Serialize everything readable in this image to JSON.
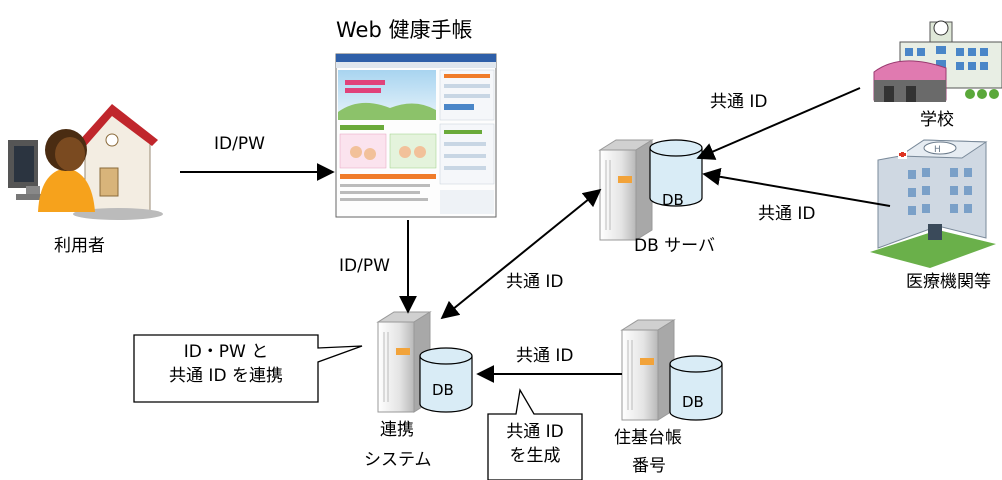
{
  "title": "Web 健康手帳",
  "labels": {
    "user": "利用者",
    "db_server": "DB サーバ",
    "school": "学校",
    "medical": "医療機関等",
    "link_system_1": "連携",
    "link_system_2": "システム",
    "juki_1": "住基台帳",
    "juki_2": "番号",
    "db": "DB"
  },
  "edges": {
    "user_to_web": "ID/PW",
    "web_to_link": "ID/PW",
    "link_to_dbserver": "共通 ID",
    "school_to_dbserver": "共通 ID",
    "medical_to_dbserver": "共通 ID",
    "juki_to_link": "共通 ID"
  },
  "callouts": {
    "link_1": "ID・PW と",
    "link_2": "共通 ID を連携",
    "gen_1": "共通 ID",
    "gen_2": "を生成"
  },
  "colors": {
    "db_fill": "#d9ecf6",
    "server_orange": "#f2a33a",
    "house_roof": "#c0262c",
    "person_shirt": "#f6a21c",
    "hospital_body": "#cfd8e2",
    "school_roof": "#e07ab0"
  }
}
